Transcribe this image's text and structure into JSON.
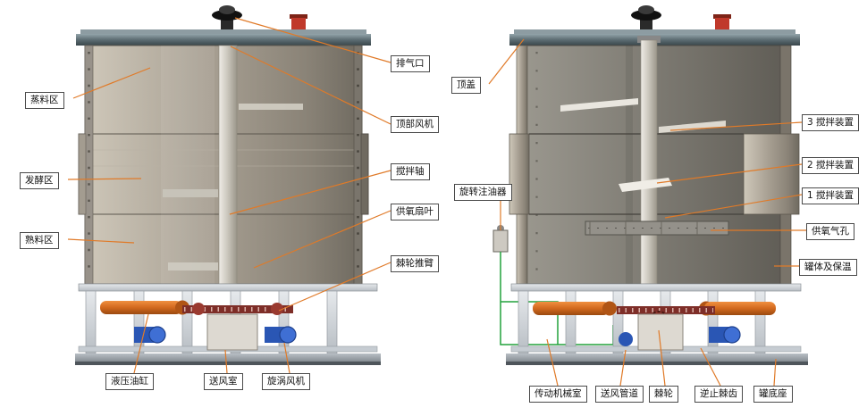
{
  "colors": {
    "leader_line": "#e07a28",
    "label_border": "#4a4a4a",
    "label_background": "#ffffff",
    "label_text": "#111111"
  },
  "left_view": {
    "zone_labels": {
      "steam_zone": "蒸料区",
      "fermentation_zone": "发酵区",
      "cooked_zone": "熟料区"
    },
    "callout_labels": {
      "exhaust_port": "排气口",
      "top_fan": "顶部风机",
      "agitator_shaft": "搅拌轴",
      "oxygen_fan_blade": "供氧扇叶",
      "ratchet_push_arm": "棘轮推臂"
    },
    "bottom_labels": {
      "hydraulic_cylinder": "液压油缸",
      "air_supply_chamber": "送风室",
      "vortex_fan": "旋涡风机"
    }
  },
  "right_view": {
    "left_labels": {
      "top_cover": "顶盖",
      "rotary_oiler": "旋转注油器"
    },
    "right_labels": {
      "agitator_unit_3": "3 搅拌装置",
      "agitator_unit_2": "2 搅拌装置",
      "agitator_unit_1": "1 搅拌装置",
      "oxygen_holes": "供氧气孔",
      "tank_body_insulation": "罐体及保温"
    },
    "bottom_labels": {
      "transmission_room": "传动机械室",
      "air_duct": "送风管道",
      "ratchet": "棘轮",
      "non_return_pawl": "逆止棘齿",
      "tank_base": "罐底座"
    }
  }
}
